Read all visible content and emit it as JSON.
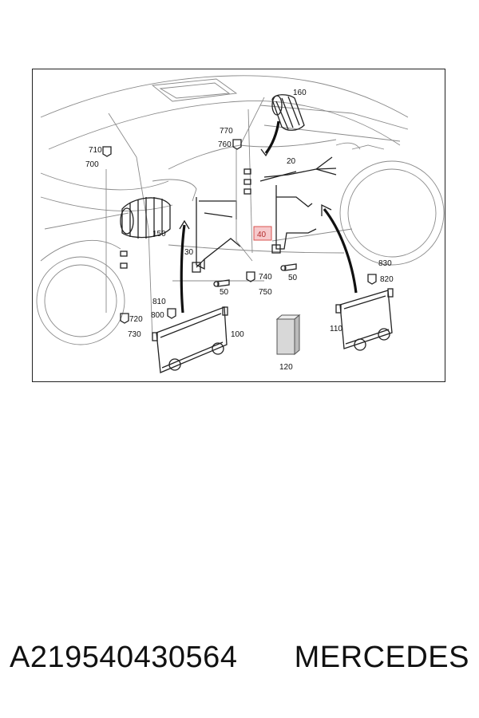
{
  "callouts": {
    "c160": "160",
    "c770": "770",
    "c760": "760",
    "c710": "710",
    "c700": "700",
    "c20": "20",
    "c150": "150",
    "c30": "30",
    "c40": "40",
    "c740": "740",
    "c750": "750",
    "c50a": "50",
    "c50b": "50",
    "c830": "830",
    "c820": "820",
    "c810": "810",
    "c800": "800",
    "c720": "720",
    "c730": "730",
    "c100": "100",
    "c110": "110",
    "c120": "120"
  },
  "highlight_color": "#d9534f",
  "footer": {
    "part_number": "A219540430564",
    "brand": "MERCEDES"
  }
}
